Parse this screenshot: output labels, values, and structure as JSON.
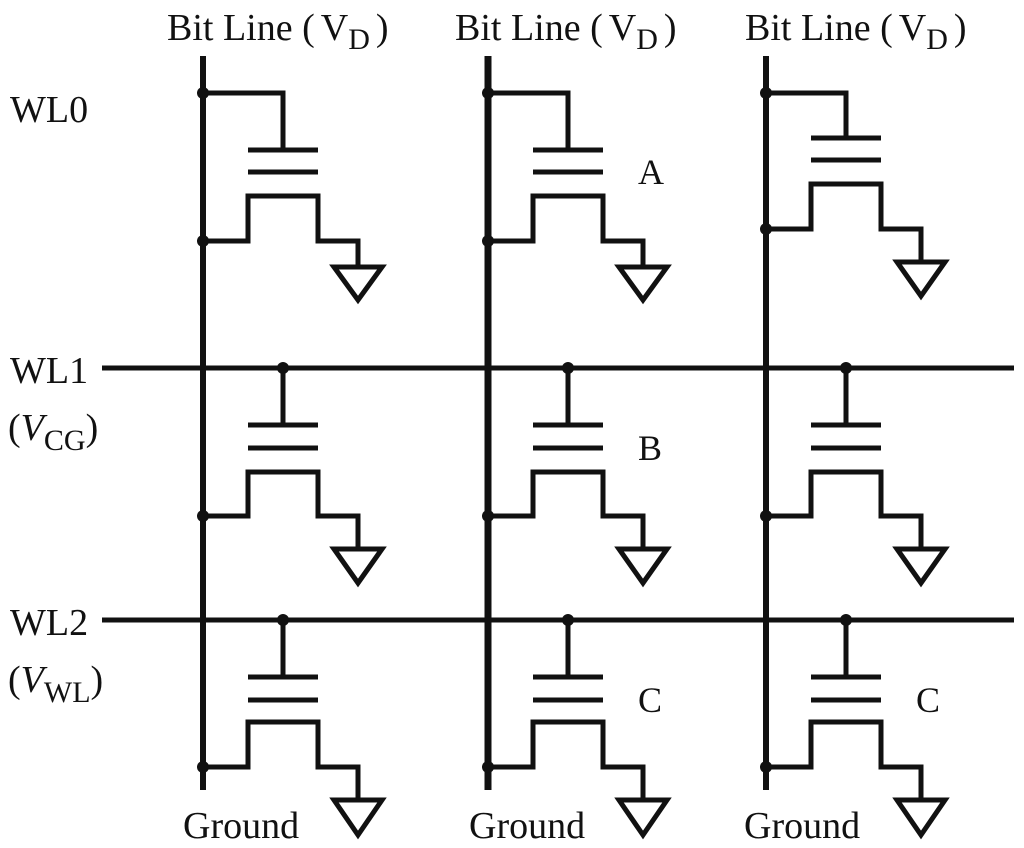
{
  "diagram": {
    "title": "NOR flash memory array",
    "bit_lines": [
      {
        "label": "Bit Line (",
        "symbol": "V",
        "sub": "D",
        "close": ")"
      },
      {
        "label": "Bit Line (",
        "symbol": "V",
        "sub": "D",
        "close": ")"
      },
      {
        "label": "Bit Line (",
        "symbol": "V",
        "sub": "D",
        "close": ")"
      }
    ],
    "word_lines": [
      {
        "name": "WL0",
        "voltage": null
      },
      {
        "name": "WL1",
        "voltage": {
          "open": "(",
          "symbol": "V",
          "sub": "CG",
          "close": ")"
        }
      },
      {
        "name": "WL2",
        "voltage": {
          "open": "(",
          "symbol": "V",
          "sub": "WL",
          "close": ")"
        }
      }
    ],
    "cells": [
      {
        "row": 0,
        "col": 0,
        "label": ""
      },
      {
        "row": 0,
        "col": 1,
        "label": "A"
      },
      {
        "row": 0,
        "col": 2,
        "label": ""
      },
      {
        "row": 1,
        "col": 0,
        "label": ""
      },
      {
        "row": 1,
        "col": 1,
        "label": "B"
      },
      {
        "row": 1,
        "col": 2,
        "label": ""
      },
      {
        "row": 2,
        "col": 0,
        "label": ""
      },
      {
        "row": 2,
        "col": 1,
        "label": "C"
      },
      {
        "row": 2,
        "col": 2,
        "label": "C"
      }
    ],
    "ground_label": "Ground",
    "colors": {
      "ink": "#111111",
      "background": "#ffffff"
    }
  }
}
